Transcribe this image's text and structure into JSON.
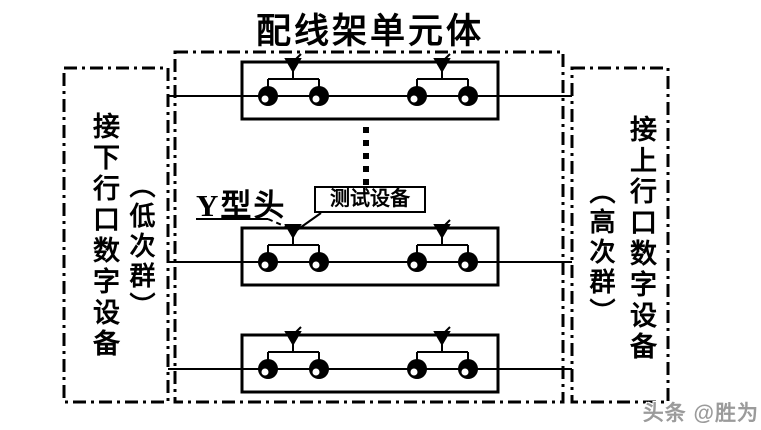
{
  "title": "配线架单元体",
  "left_panel": {
    "label": "接下行口数字设备",
    "group": "（低次群）"
  },
  "right_panel": {
    "label": "接上行口数字设备",
    "group": "（高次群）"
  },
  "annotations": {
    "y_head_label": "Y型头",
    "test_device_label": "测试设备"
  },
  "watermark": "头条 @胜为",
  "diagram": {
    "unit_boxes": 3,
    "jacks_per_box": 4,
    "pairs_per_box": 2,
    "continuation_dots_between": "unit-box-1 and unit-box-2"
  },
  "colors": {
    "stroke": "#000000",
    "background": "#ffffff",
    "watermark_gray": "#9b9b9b"
  }
}
